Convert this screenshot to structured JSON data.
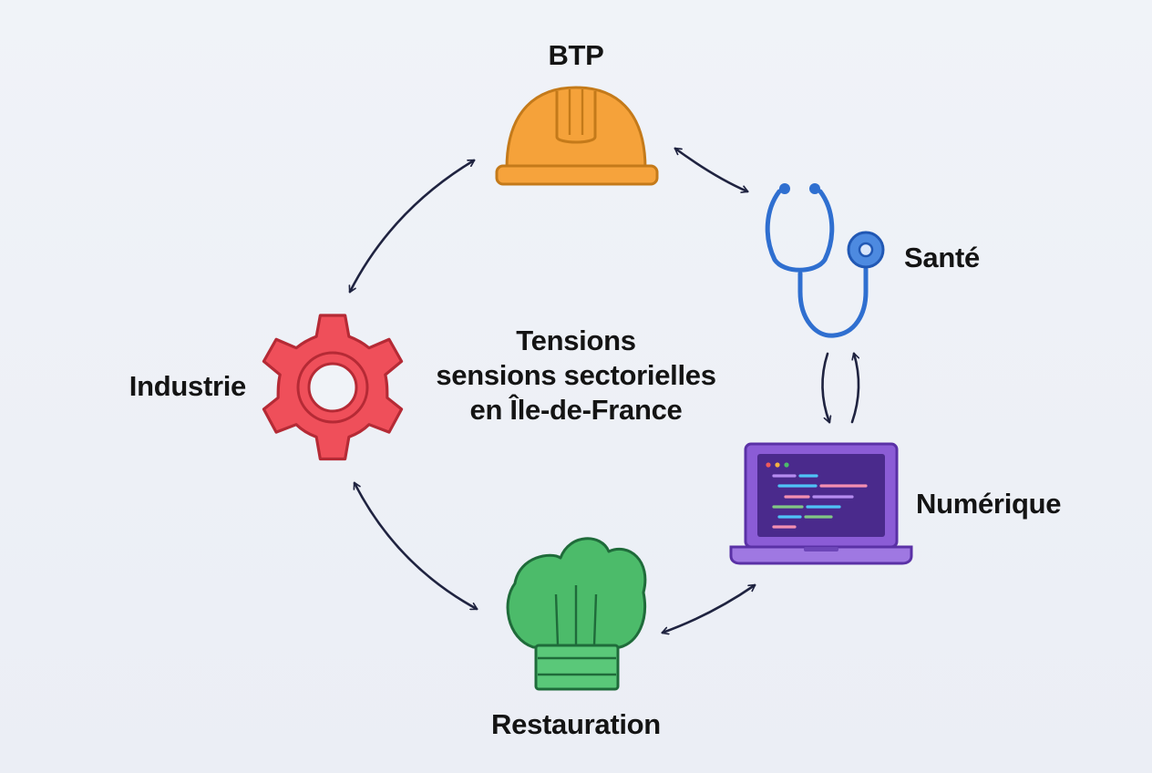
{
  "center": {
    "line1": "Tensions",
    "line2": "sensions sectorielles",
    "line3": "en Île-de-France"
  },
  "sectors": {
    "btp": {
      "label": "BTP",
      "icon": "hard-hat-icon",
      "color": "#f5a23a"
    },
    "sante": {
      "label": "Santé",
      "icon": "stethoscope-icon",
      "color": "#2f6fd0"
    },
    "numerique": {
      "label": "Numérique",
      "icon": "laptop-code-icon",
      "color": "#8b5cd6"
    },
    "restauration": {
      "label": "Restauration",
      "icon": "chef-hat-icon",
      "color": "#4cbb6a"
    },
    "industrie": {
      "label": "Industrie",
      "icon": "gear-icon",
      "color": "#ef4f5a"
    }
  },
  "arrow_color": "#1f2340"
}
